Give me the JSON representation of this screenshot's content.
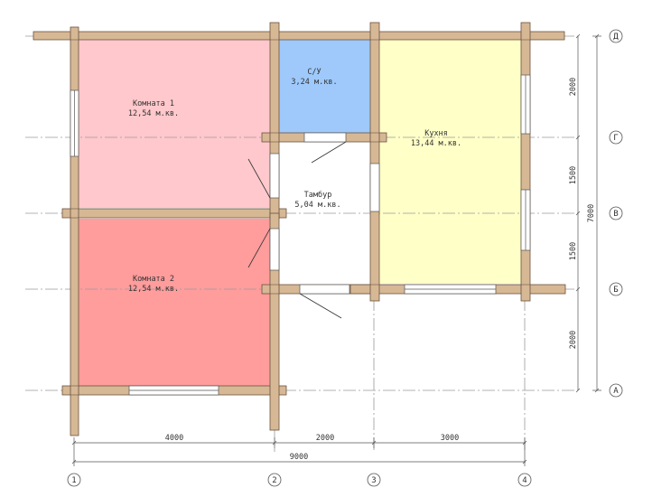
{
  "colors": {
    "log": "#d6b895",
    "log_stroke": "#6b5240",
    "room1": "#ffc8cc",
    "room2": "#ff9c9c",
    "bath": "#9ec9fa",
    "kitchen": "#ffffc8",
    "grid_line": "#9a9a9a"
  },
  "rooms": {
    "room1": {
      "name": "Комната 1",
      "area": "12,54 м.кв."
    },
    "room2": {
      "name": "Комната 2",
      "area": "12,54 м.кв."
    },
    "bath": {
      "name": "С/У",
      "area": "3,24 м.кв."
    },
    "vestibule": {
      "name": "Тамбур",
      "area": "5,04 м.кв."
    },
    "kitchen": {
      "name": "Кухня",
      "area": "13,44 м.кв."
    }
  },
  "dimensions": {
    "bottom": {
      "d1": "4000",
      "d2": "2000",
      "d3": "3000",
      "total": "9000"
    },
    "right": {
      "d1": "2000",
      "d2": "1500",
      "d3": "1500",
      "d4": "2000",
      "total": "7000"
    }
  },
  "axes": {
    "columns": [
      "1",
      "2",
      "3",
      "4"
    ],
    "rows": [
      "Д",
      "Г",
      "В",
      "Б",
      "А"
    ]
  }
}
